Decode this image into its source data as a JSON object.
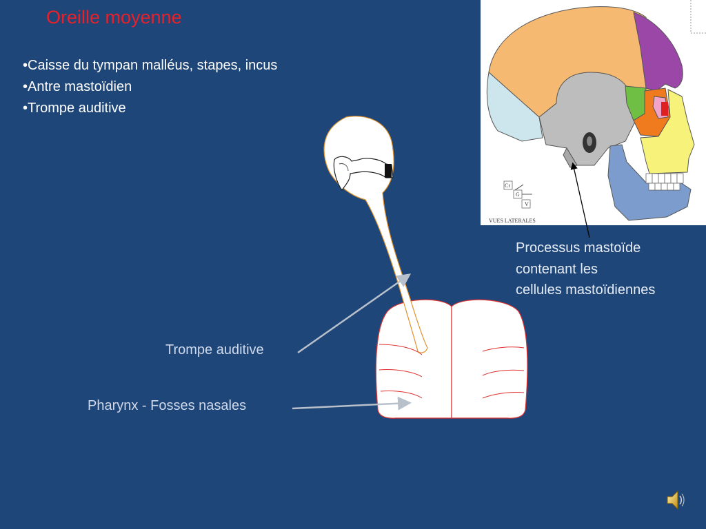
{
  "title": "Oreille moyenne",
  "bullets": [
    "Caisse du tympan malléus, stapes, incus",
    "Antre mastoïdien",
    "Trompe auditive"
  ],
  "labels": {
    "trompe": "Trompe auditive",
    "pharynx": "Pharynx - Fosses nasales",
    "processus": [
      "Processus mastoïde",
      "contenant les",
      "cellules mastoïdiennes"
    ]
  },
  "skull_figure": {
    "axes": {
      "cr": "Cr",
      "g": "G",
      "v": "V"
    },
    "caption": "VUES LATERALES"
  },
  "colors": {
    "background": "#1f4678",
    "title": "#e8202a",
    "tube_outline": "#e0902a",
    "pharynx_lines": "#e03030",
    "pointer_arrow": "#b8c0cc"
  },
  "icons": {
    "audio": "speaker-icon"
  }
}
